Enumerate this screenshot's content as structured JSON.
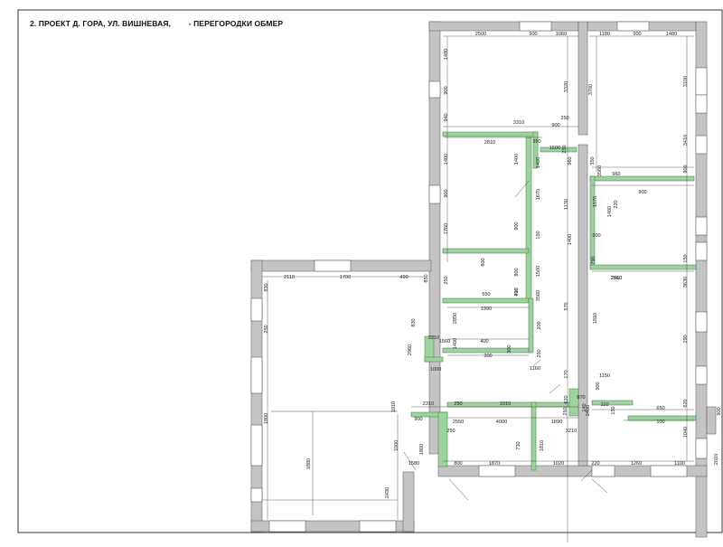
{
  "header": {
    "title": "2. ПРОЕКТ Д. ГОРА, УЛ. ВИШНЕВАЯ,        - ПЕРЕГОРОДКИ ОБМЕР"
  },
  "colors": {
    "wall": "#c4c4c4",
    "partition": "#9ed29e",
    "line": "#222222"
  },
  "dimensions": [
    "2500",
    "900",
    "1060",
    "1180",
    "900",
    "1480",
    "1480",
    "900",
    "940",
    "3320",
    "3700",
    "3100",
    "3310",
    "250",
    "900",
    "2810",
    "350",
    "1500",
    "230",
    "1400",
    "1400",
    "1400",
    "900",
    "960",
    "350",
    "3560",
    "960",
    "900",
    "3410",
    "900",
    "1570",
    "1130",
    "220",
    "1400",
    "1760",
    "900",
    "150",
    "1400",
    "900",
    "1670",
    "2110",
    "1700",
    "490",
    "850",
    "830",
    "790",
    "150",
    "800",
    "1500",
    "800",
    "250",
    "2810",
    "700",
    "550",
    "3560",
    "410",
    "2960",
    "3630",
    "1990",
    "570",
    "830",
    "2850",
    "1400",
    "1810",
    "200",
    "250",
    "3210",
    "1560",
    "400",
    "290",
    "250",
    "2960",
    "300",
    "300",
    "1000",
    "1160",
    "170",
    "1150",
    "900",
    "2310",
    "250",
    "1010",
    "870",
    "110",
    "620",
    "620",
    "250",
    "2400",
    "150",
    "140",
    "650",
    "900",
    "1910",
    "900",
    "2550",
    "4000",
    "1890",
    "100",
    "1800",
    "1800",
    "250",
    "730",
    "1810",
    "3210",
    "1040",
    "1000",
    "1880",
    "1580",
    "800",
    "1870",
    "1020",
    "220",
    "1260",
    "1100",
    "2010",
    "2430"
  ]
}
